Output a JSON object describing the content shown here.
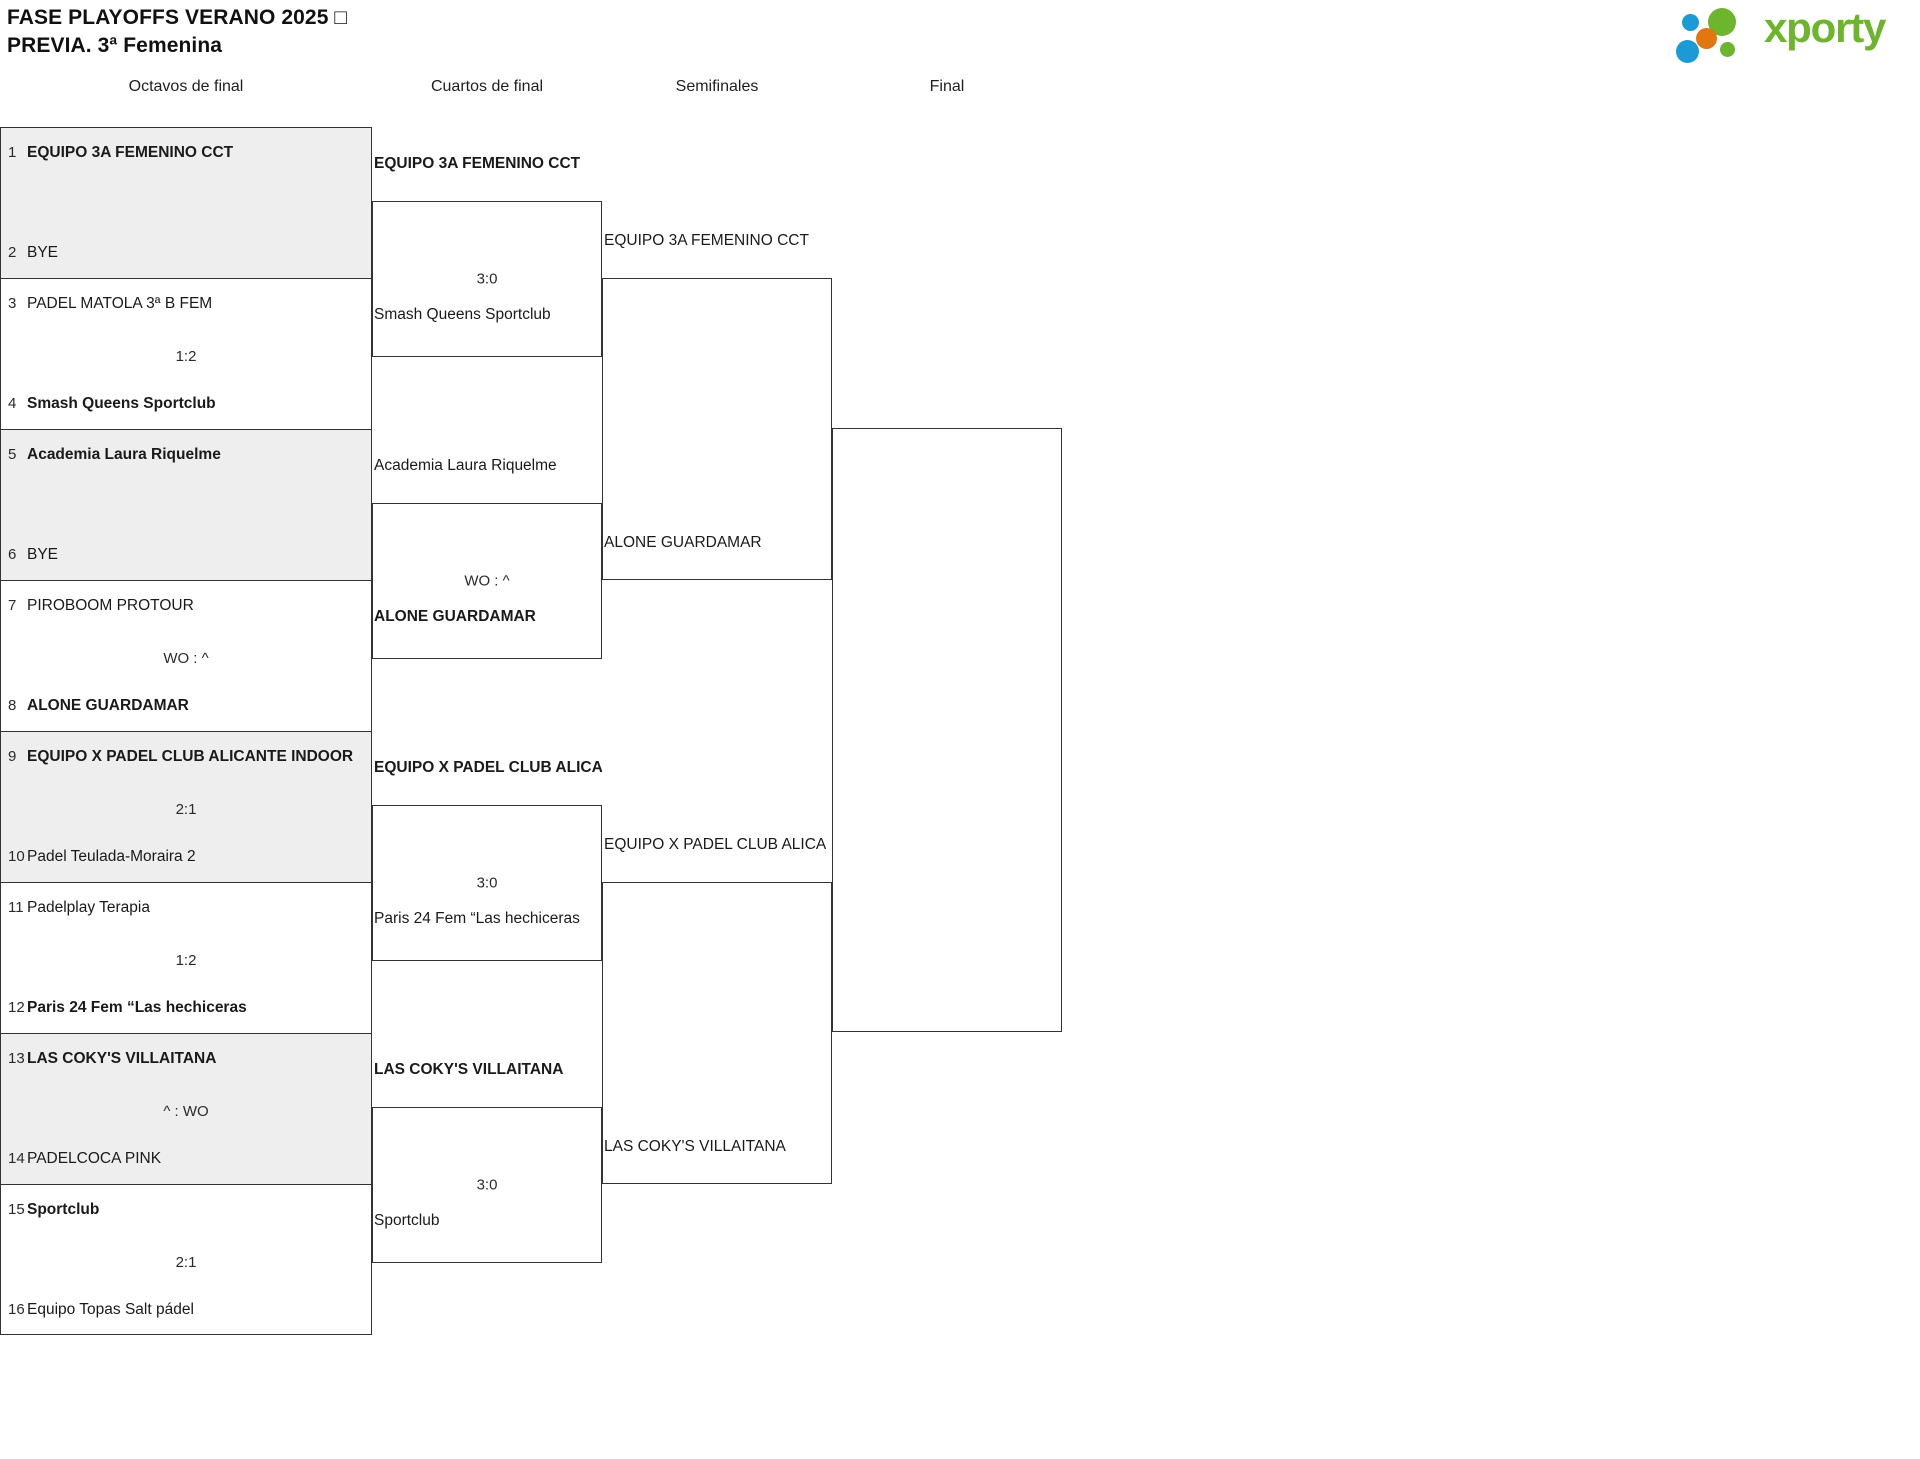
{
  "header": {
    "title": "FASE PLAYOFFS VERANO 2025 □\nPREVIA. 3ª Femenina",
    "logo_text": "xporty",
    "logo_colors": {
      "green": "#6cb52d",
      "blue": "#1b9ad6",
      "orange": "#e2760f"
    }
  },
  "rounds": [
    {
      "label": "Octavos de final"
    },
    {
      "label": "Cuartos de final"
    },
    {
      "label": "Semifinales"
    },
    {
      "label": "Final"
    }
  ],
  "round1": {
    "matches": [
      {
        "shaded": true,
        "top": {
          "seed": "1",
          "name": "EQUIPO 3A FEMENINO CCT",
          "winner": true
        },
        "bottom": {
          "seed": "2",
          "name": "BYE",
          "winner": false
        },
        "score": ""
      },
      {
        "shaded": false,
        "top": {
          "seed": "3",
          "name": "PADEL MATOLA 3ª B FEM",
          "winner": false
        },
        "bottom": {
          "seed": "4",
          "name": "Smash Queens Sportclub",
          "winner": true
        },
        "score": "1:2"
      },
      {
        "shaded": true,
        "top": {
          "seed": "5",
          "name": "Academia Laura Riquelme",
          "winner": true
        },
        "bottom": {
          "seed": "6",
          "name": "BYE",
          "winner": false
        },
        "score": ""
      },
      {
        "shaded": false,
        "top": {
          "seed": "7",
          "name": "PIROBOOM PROTOUR",
          "winner": false
        },
        "bottom": {
          "seed": "8",
          "name": "ALONE GUARDAMAR",
          "winner": true
        },
        "score": "WO : ^"
      },
      {
        "shaded": true,
        "top": {
          "seed": "9",
          "name": "EQUIPO X PADEL CLUB ALICANTE INDOOR",
          "winner": true
        },
        "bottom": {
          "seed": "10",
          "name": "Padel Teulada-Moraira 2",
          "winner": false
        },
        "score": "2:1"
      },
      {
        "shaded": false,
        "top": {
          "seed": "11",
          "name": "Padelplay Terapia",
          "winner": false
        },
        "bottom": {
          "seed": "12",
          "name": "Paris 24 Fem “Las hechiceras",
          "winner": true
        },
        "score": "1:2"
      },
      {
        "shaded": true,
        "top": {
          "seed": "13",
          "name": "LAS COKY'S VILLAITANA",
          "winner": true
        },
        "bottom": {
          "seed": "14",
          "name": "PADELCOCA PINK",
          "winner": false
        },
        "score": "^ : WO"
      },
      {
        "shaded": false,
        "top": {
          "seed": "15",
          "name": "Sportclub",
          "winner": true
        },
        "bottom": {
          "seed": "16",
          "name": "Equipo Topas Salt pádel",
          "winner": false
        },
        "score": "2:1"
      }
    ]
  },
  "round2": {
    "matches": [
      {
        "top": {
          "name": "EQUIPO 3A FEMENINO CCT",
          "winner": true
        },
        "bottom": {
          "name": "Smash Queens Sportclub",
          "winner": false
        },
        "score": "3:0"
      },
      {
        "top": {
          "name": "Academia Laura Riquelme",
          "winner": false
        },
        "bottom": {
          "name": "ALONE GUARDAMAR",
          "winner": true
        },
        "score": "WO : ^"
      },
      {
        "top": {
          "name": "EQUIPO X PADEL CLUB ALICA",
          "winner": true
        },
        "bottom": {
          "name": "Paris 24 Fem “Las hechiceras",
          "winner": false
        },
        "score": "3:0"
      },
      {
        "top": {
          "name": "LAS COKY'S VILLAITANA",
          "winner": true
        },
        "bottom": {
          "name": "Sportclub",
          "winner": false
        },
        "score": "3:0"
      }
    ]
  },
  "round3": {
    "matches": [
      {
        "top": {
          "name": "EQUIPO 3A FEMENINO CCT",
          "winner": false
        },
        "bottom": {
          "name": "ALONE GUARDAMAR",
          "winner": false
        },
        "score": ""
      },
      {
        "top": {
          "name": "EQUIPO X PADEL CLUB ALICA",
          "winner": false
        },
        "bottom": {
          "name": "LAS COKY'S VILLAITANA",
          "winner": false
        },
        "score": ""
      }
    ]
  },
  "round4": {
    "matches": [
      {
        "top": {
          "name": "",
          "winner": false
        },
        "bottom": {
          "name": "",
          "winner": false
        },
        "score": ""
      }
    ]
  }
}
